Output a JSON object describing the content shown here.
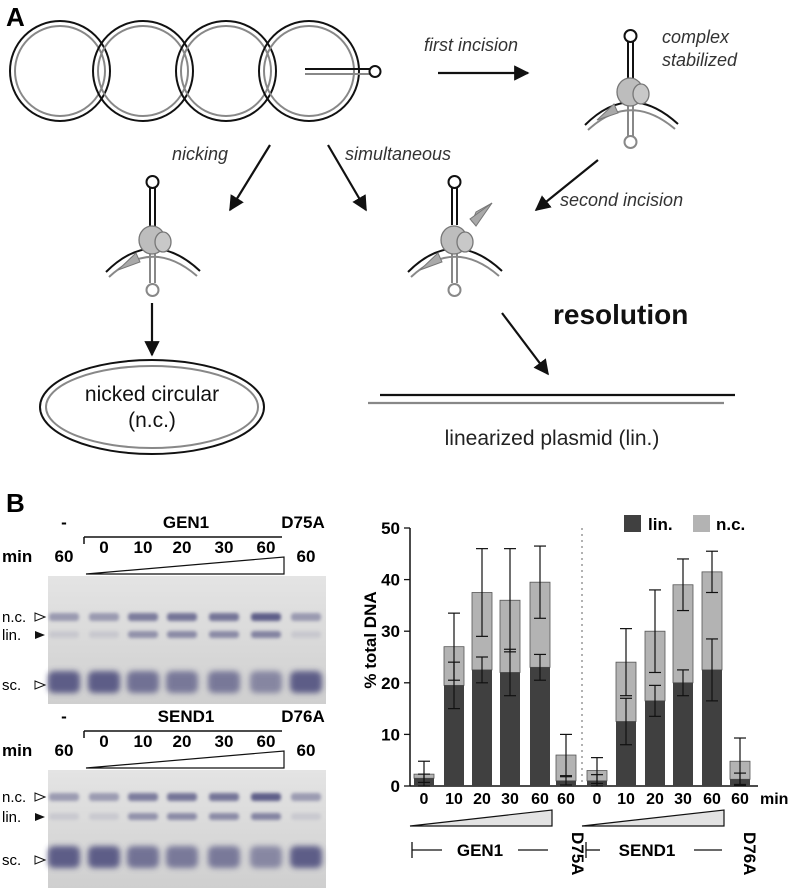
{
  "panel_a": {
    "letter": "A",
    "labels": {
      "first_incision": "first incision",
      "complex_stabilized_1": "complex",
      "complex_stabilized_2": "stabilized",
      "nicking": "nicking",
      "simultaneous": "simultaneous",
      "second_incision": "second incision",
      "resolution": "resolution",
      "nicked_circular_1": "nicked circular",
      "nicked_circular_2": "(n.c.)",
      "linearized": "linearized plasmid (lin.)"
    }
  },
  "panel_b": {
    "letter": "B",
    "gels": [
      {
        "dash": "-",
        "enzyme": "GEN1",
        "mutant": "D75A",
        "min_label": "min",
        "lanes": [
          "60",
          "0",
          "10",
          "20",
          "30",
          "60",
          "60"
        ],
        "bands": {
          "nc": "n.c.",
          "lin": "lin.",
          "sc": "sc."
        }
      },
      {
        "dash": "-",
        "enzyme": "SEND1",
        "mutant": "D76A",
        "min_label": "min",
        "lanes": [
          "60",
          "0",
          "10",
          "20",
          "30",
          "60",
          "60"
        ],
        "bands": {
          "nc": "n.c.",
          "lin": "lin.",
          "sc": "sc."
        }
      }
    ]
  },
  "chart_data": {
    "type": "bar",
    "stacked": true,
    "ylabel": "% total DNA",
    "ylim": [
      0,
      50
    ],
    "yticks": [
      "0",
      "10",
      "20",
      "30",
      "40",
      "50"
    ],
    "xunit": "min",
    "categories": [
      "0",
      "10",
      "20",
      "30",
      "60",
      "60",
      "0",
      "10",
      "20",
      "30",
      "60",
      "60"
    ],
    "groups": [
      {
        "label": "GEN1",
        "mutant": "D75A"
      },
      {
        "label": "SEND1",
        "mutant": "D76A"
      }
    ],
    "series": [
      {
        "name": "lin.",
        "color": "#404040",
        "values": [
          1.5,
          19.5,
          22.5,
          22.0,
          23.0,
          1.0,
          1.0,
          12.5,
          16.5,
          20.0,
          22.5,
          1.3
        ],
        "error": [
          0.8,
          4.5,
          2.5,
          4.5,
          2.5,
          0.8,
          1.2,
          4.5,
          3.0,
          2.5,
          6.0,
          1.2
        ]
      },
      {
        "name": "n.c.",
        "color": "#b3b3b3",
        "values": [
          0.8,
          7.5,
          15.0,
          14.0,
          16.5,
          5.0,
          2.0,
          11.5,
          13.5,
          19.0,
          19.0,
          3.5
        ],
        "error": [
          2.5,
          6.5,
          8.5,
          10.0,
          7.0,
          4.0,
          2.5,
          6.5,
          8.0,
          5.0,
          4.0,
          4.5
        ]
      }
    ],
    "legend_position": "top-right"
  },
  "colors": {
    "dark_bar": "#404040",
    "light_bar": "#b3b3b3",
    "protein": "#bdbdbd",
    "blade": "#a9a9a9",
    "gel_bg": "#d6d6d6",
    "band": "#4a4a7a"
  }
}
